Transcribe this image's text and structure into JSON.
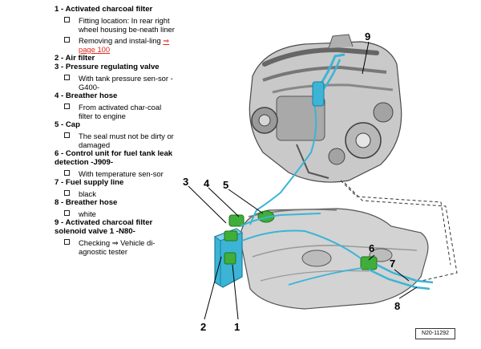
{
  "legend": [
    {
      "head": "1 - Activated charcoal filter",
      "subs": [
        {
          "text": "Fitting location: In rear right wheel housing be-neath liner"
        },
        {
          "text": "Removing and instal-ling ",
          "link": "⇒ page 100"
        }
      ]
    },
    {
      "head": "2 - Air filter",
      "subs": []
    },
    {
      "head": "3 - Pressure regulating valve",
      "subs": [
        {
          "text": "With tank pressure sen-sor -G400-"
        }
      ]
    },
    {
      "head": "4 - Breather hose",
      "subs": [
        {
          "text": "From activated char-coal filter to engine"
        }
      ]
    },
    {
      "head": "5 - Cap",
      "subs": [
        {
          "text": "The seal must not be dirty or damaged"
        }
      ]
    },
    {
      "head": "6 - Control unit for fuel tank leak detection -J909-",
      "subs": [
        {
          "text": "With temperature sen-sor"
        }
      ]
    },
    {
      "head": "7 - Fuel supply line",
      "subs": [
        {
          "text": "black"
        }
      ]
    },
    {
      "head": "8 - Breather hose",
      "subs": [
        {
          "text": "white"
        }
      ]
    },
    {
      "head": "9 - Activated charcoal filter solenoid valve 1 -N80-",
      "subs": [
        {
          "text": "Checking ⇒ Vehicle di-agnostic tester"
        }
      ]
    }
  ],
  "figure": {
    "callouts": {
      "c1": "1",
      "c2": "2",
      "c3": "3",
      "c4": "4",
      "c5": "5",
      "c6": "6",
      "c7": "7",
      "c8": "8",
      "c9": "9"
    },
    "code": "N20-11292"
  },
  "colors": {
    "hose": "#3bb4d6",
    "valve": "#3fae3a",
    "engine": "#8a8a8a",
    "link": "#e0261b"
  }
}
